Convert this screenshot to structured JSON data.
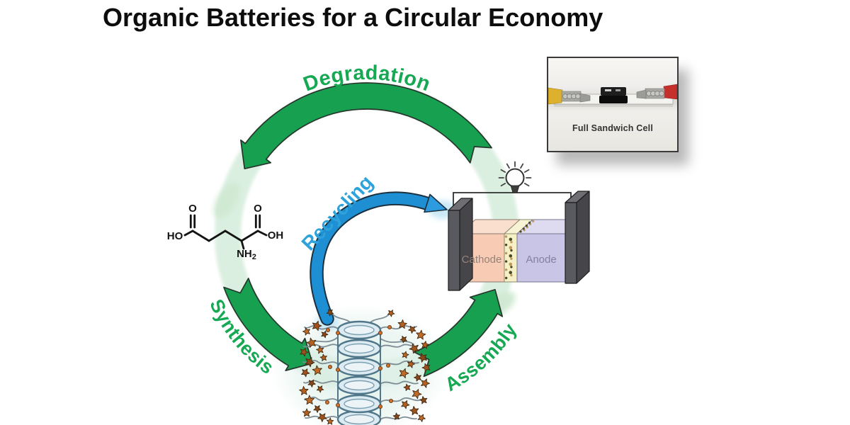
{
  "title": "Organic Batteries for a Circular Economy",
  "cycle": {
    "labels": {
      "degradation": "Degradation",
      "synthesis": "Synthesis",
      "assembly": "Assembly",
      "recycling": "Recycling"
    }
  },
  "battery": {
    "cathode_label": "Cathode",
    "anode_label": "Anode"
  },
  "inset": {
    "caption": "Full Sandwich Cell"
  },
  "molecule": {
    "ho": "HO",
    "o_left": "O",
    "o_right": "O",
    "oh": "OH",
    "nh": "NH",
    "nh_sub": "2"
  },
  "colors": {
    "green": "#16a050",
    "green_stroke": "#27352c",
    "green_pale": "#d9efdf",
    "green_text": "#17a854",
    "blue": "#1f8fd4",
    "blue_stroke": "#1c2f3d",
    "blue_head": "#2d9be0",
    "blue_text": "#2ea2db",
    "cathode": "#f7cbb4",
    "cathode_top": "#fadfce",
    "separator": "#f6f0c6",
    "separator_top": "#f8f3d4",
    "anode": "#c9c5e6",
    "anode_top": "#dedaf0",
    "cathode_text": "#97837a",
    "anode_text": "#84819e",
    "plate_front": "#595960",
    "plate_side": "#45454a",
    "plate_top": "#6e6e73",
    "ring_fill": "#dcebf2",
    "ring_stroke": "#4f7689",
    "chain": "#7e8c94",
    "bead": "#cf6f2c",
    "dot_dark": "#4a4a28",
    "dot_tan": "#c0975c",
    "star_colors": [
      "#a0521c",
      "#c06a28",
      "#8a4718",
      "#b5601f"
    ]
  }
}
